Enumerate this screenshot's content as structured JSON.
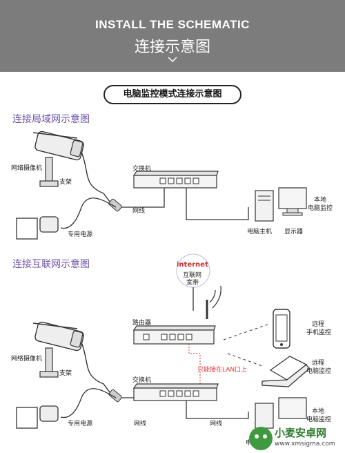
{
  "banner": {
    "title_en": "INSTALL THE SCHEMATIC",
    "title_cn": "连接示意图"
  },
  "mode_title": "电脑监控模式连接示意图",
  "lan": {
    "heading": "连接局域网示意图",
    "camera": "网络摄像机",
    "bracket": "支架",
    "power": "专用电源",
    "switch": "交换机",
    "cable": "网线",
    "pc_host": "电脑主机",
    "monitor": "显示器",
    "local_monitor_l1": "本地",
    "local_monitor_l2": "电脑监控"
  },
  "wan": {
    "heading": "连接互联网示意图",
    "internet_en": "internet",
    "internet_cn1": "互联网",
    "internet_cn2": "宽带",
    "router": "路由器",
    "camera": "网络摄像机",
    "bracket": "支架",
    "power": "专用电源",
    "switch": "交换机",
    "cable1": "网线",
    "cable2": "网线",
    "lan_note": "只能接在LAN口上",
    "remote_phone_l1": "远程",
    "remote_phone_l2": "手机监控",
    "remote_pc_l1": "远程",
    "remote_pc_l2": "电脑监控",
    "local_monitor_l1": "本地",
    "local_monitor_l2": "电脑监控",
    "cut_label": "申"
  },
  "watermark": {
    "name": "小麦安卓网",
    "url": "www.xmsigma.com"
  },
  "colors": {
    "banner": "#7c7c7c",
    "heading": "#6a4fa8",
    "note_red": "#e23434"
  }
}
